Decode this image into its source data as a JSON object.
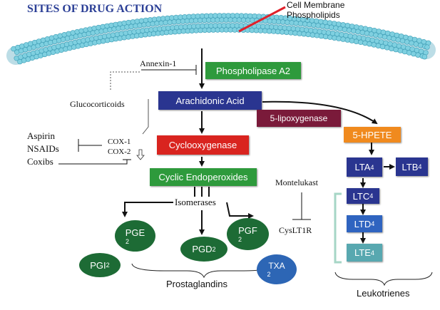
{
  "title": "SITES OF DRUG ACTION",
  "membrane_label": {
    "line1": "Cell Membrane",
    "line2": "Phospholipids"
  },
  "labels": {
    "annexin": "Annexin-1",
    "glucocorticoids": "Glucocorticoids",
    "aspirin": "Aspirin",
    "nsaids": "NSAIDs",
    "coxibs": "Coxibs",
    "cox1": "COX-1",
    "cox2": "COX-2",
    "isomerases": "Isomerases",
    "montelukast": "Montelukast",
    "cyslt1r": "CysLT1R",
    "prostaglandins": "Prostaglandins",
    "leukotrienes": "Leukotrienes"
  },
  "boxes": {
    "phospholipase": "Phospholipase A2",
    "arachidonic": "Arachidonic Acid",
    "lipoxygenase": "5-lipoxygenase",
    "cyclooxygenase": "Cyclooxygenase",
    "hpete": "5-HPETE",
    "endoperoxides": "Cyclic Endoperoxides"
  },
  "leukotriene_boxes": {
    "lta": {
      "base": "LTA",
      "sub": "4"
    },
    "ltb": {
      "base": "LTB",
      "sub": "4"
    },
    "ltc": {
      "base": "LTC",
      "sub": "4"
    },
    "ltd": {
      "base": "LTD",
      "sub": "4"
    },
    "lte": {
      "base": "LTE",
      "sub": "4"
    }
  },
  "prostaglandin_nodes": {
    "pge": {
      "base": "PGE",
      "sub": "2"
    },
    "pgf": {
      "base": "PGF",
      "sub": "2"
    },
    "pgd": {
      "base": "PGD",
      "sub": "2"
    },
    "pgi": {
      "base": "PGI",
      "sub": "2"
    },
    "txa": {
      "base": "TXA",
      "sub": "2"
    }
  },
  "colors": {
    "title": "#2b3f96",
    "membrane": "#7fd0e0",
    "membrane_dark": "#3f9fb7",
    "pointer": "#e0202a",
    "green": "#2e9a3c",
    "navy": "#2a3590",
    "maroon": "#7a1a3a",
    "red": "#d9241f",
    "orange": "#f08a1e",
    "blue_mid": "#2f64c0",
    "blue_light": "#4a90d0",
    "teal": "#58a8b0",
    "dark_green": "#1d6b35",
    "txa_blue": "#2d66b5",
    "bracket": "#a6d6c6"
  }
}
